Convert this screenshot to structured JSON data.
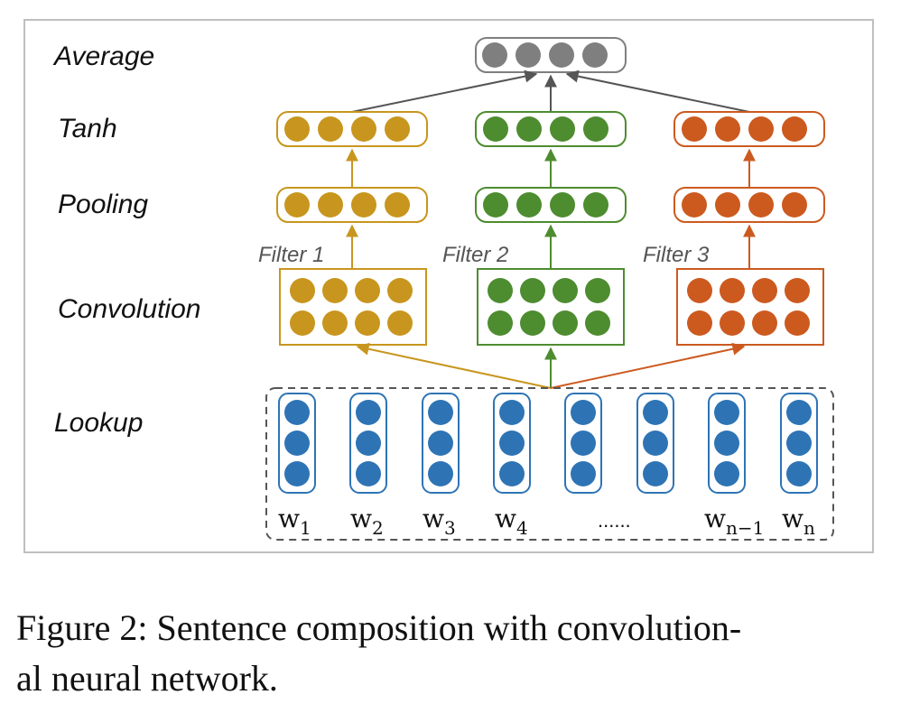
{
  "rows": {
    "average": "Average",
    "tanh": "Tanh",
    "pooling": "Pooling",
    "convolution": "Convolution",
    "lookup": "Lookup"
  },
  "filters": [
    {
      "label": "Filter 1",
      "color": "#C8961E"
    },
    {
      "label": "Filter 2",
      "color": "#4E8C30"
    },
    {
      "label": "Filter 3",
      "color": "#CC5A1F"
    }
  ],
  "average_color": "#7F7F7F",
  "lookup_color": "#2E74B5",
  "words": [
    {
      "base": "w",
      "sub": "1"
    },
    {
      "base": "w",
      "sub": "2"
    },
    {
      "base": "w",
      "sub": "3"
    },
    {
      "base": "w",
      "sub": "4"
    },
    {
      "ellipsis": "......"
    },
    {
      "base": "w",
      "sub": "n−1"
    },
    {
      "base": "w",
      "sub": "n"
    }
  ],
  "caption": {
    "line1": "Figure 2: Sentence composition with convolution-",
    "line2": "al neural network."
  }
}
